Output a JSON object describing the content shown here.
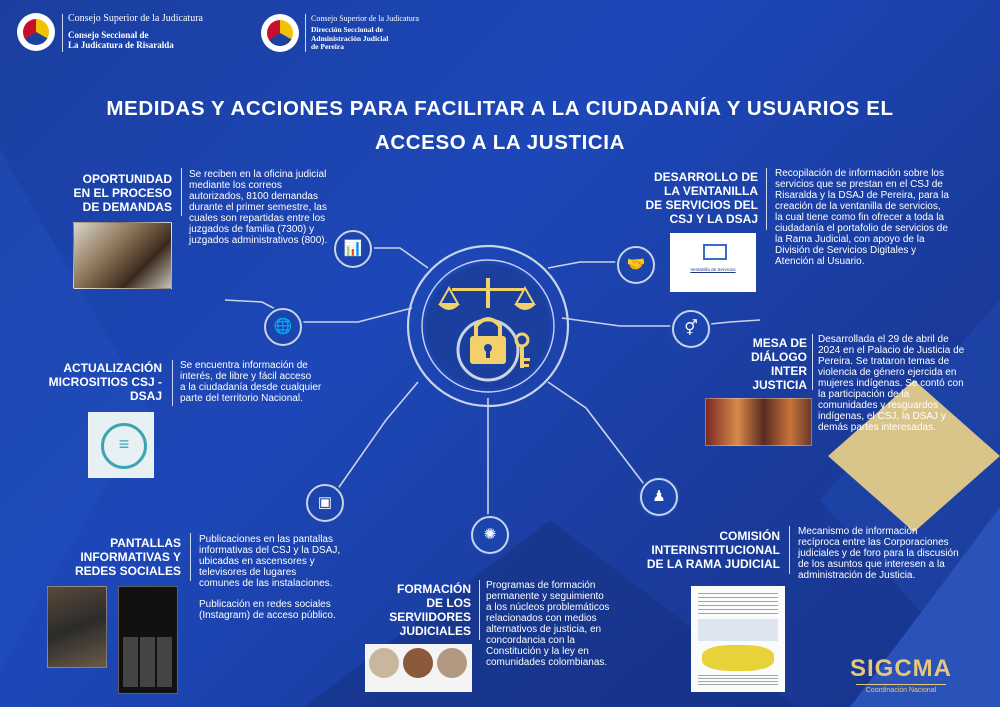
{
  "header": {
    "left": {
      "line1": "Consejo Superior de la Judicatura",
      "line2": "Consejo Seccional de",
      "line3": "La Judicatura de Risaralda"
    },
    "right": {
      "line1": "Consejo Superior de la Judicatura",
      "line2": "Dirección Seccional de",
      "line3": "Administración Judicial",
      "line4": "de Pereira"
    }
  },
  "title": {
    "line1": "MEDIDAS Y ACCIONES PARA FACILITAR A LA CIUDADANÍA Y USUARIOS EL",
    "line2": "ACCESO A LA JUSTICIA"
  },
  "sections": {
    "oportunidad": {
      "heading": [
        "OPORTUNIDAD",
        "EN EL PROCESO",
        "DE DEMANDAS"
      ],
      "text": [
        "Se reciben en la oficina judicial",
        "mediante los correos",
        "autorizados, 8100 demandas",
        "durante el primer semestre, las",
        "cuales son repartidas entre los",
        "juzgados de familia (7300) y",
        "juzgados administrativos (800)."
      ]
    },
    "actualizacion": {
      "heading": [
        "ACTUALIZACIÓN",
        "MICROSITIOS CSJ -",
        "DSAJ"
      ],
      "text": [
        "Se encuentra información de",
        "interés, de libre y fácil acceso",
        "a la ciudadanía desde cualquier",
        "parte del territorio Nacional."
      ]
    },
    "pantallas": {
      "heading": [
        "PANTALLAS",
        "INFORMATIVAS Y",
        "REDES SOCIALES"
      ],
      "text": [
        "Publicaciones en las pantallas",
        "informativas del CSJ y la DSAJ,",
        "ubicadas en ascensores y",
        "televisores de lugares",
        "comunes de las instalaciones."
      ],
      "text2": [
        "Publicación en redes sociales",
        "(Instagram) de acceso público."
      ]
    },
    "formacion": {
      "heading": [
        "FORMACIÓN",
        "DE LOS",
        "SERVIIDORES",
        "JUDICIALES"
      ],
      "text": [
        "Programas de formación",
        "permanente y seguimiento",
        "a los núcleos problemáticos",
        "relacionados con medios",
        "alternativos de justicia, en",
        "concordancia con la",
        "Constitución y la ley en",
        "comunidades colombianas."
      ]
    },
    "desarrollo": {
      "heading": [
        "DESARROLLO DE",
        "LA VENTANILLA",
        "DE SERVICIOS DEL",
        "CSJ Y LA DSAJ"
      ],
      "text": [
        "Recopilación de información sobre los",
        "servicios que se prestan en el CSJ de",
        "Risaralda y la DSAJ de Pereira, para la",
        "creación de la ventanilla de servicios,",
        "la cual tiene como fin ofrecer a toda la",
        "ciudadanía el portafolio de servicios de",
        "la Rama Judicial, con apoyo de la",
        "División de Servicios Digitales y",
        "Atención al Usuario."
      ],
      "thumb_label": "Ventanilla de Servicios"
    },
    "mesa": {
      "heading": [
        "MESA DE",
        "DIÁLOGO",
        "INTER",
        "JUSTICIA"
      ],
      "text": [
        "Desarrollada el 29 de abril de",
        "2024 en el Palacio de Justicia de",
        "Pereira. Se trataron temas de",
        "violencia de género ejercida en",
        "mujeres indígenas. Se contó con",
        "la participación de la",
        "comunidades y resguardos",
        "indígenas, el CSJ, la DSAJ y",
        "demás partes interesadas."
      ]
    },
    "comision": {
      "heading": [
        "COMISIÓN",
        "INTERINSTITUCIONAL",
        "DE LA RAMA JUDICIAL"
      ],
      "text": [
        "Mecanismo de información",
        "recíproca entre las Corporaciones",
        "judiciales y de foro para la discusión",
        "de los asuntos que interesen a la",
        "administración de Justicia."
      ]
    }
  },
  "hub": {
    "nodes": [
      "chart-icon",
      "globe-icon",
      "presentation-icon",
      "network-icon",
      "handshake-icon",
      "gender-icon",
      "audience-icon"
    ],
    "center": "scales-lock-key-icon"
  },
  "footer": {
    "brand": "SIGCMA",
    "sub": "Coordinación Nacional"
  },
  "colors": {
    "background": "#1d47b8",
    "gold": "#d9c48a",
    "lock": "#f2d06b",
    "line": "#c9d3ea"
  }
}
